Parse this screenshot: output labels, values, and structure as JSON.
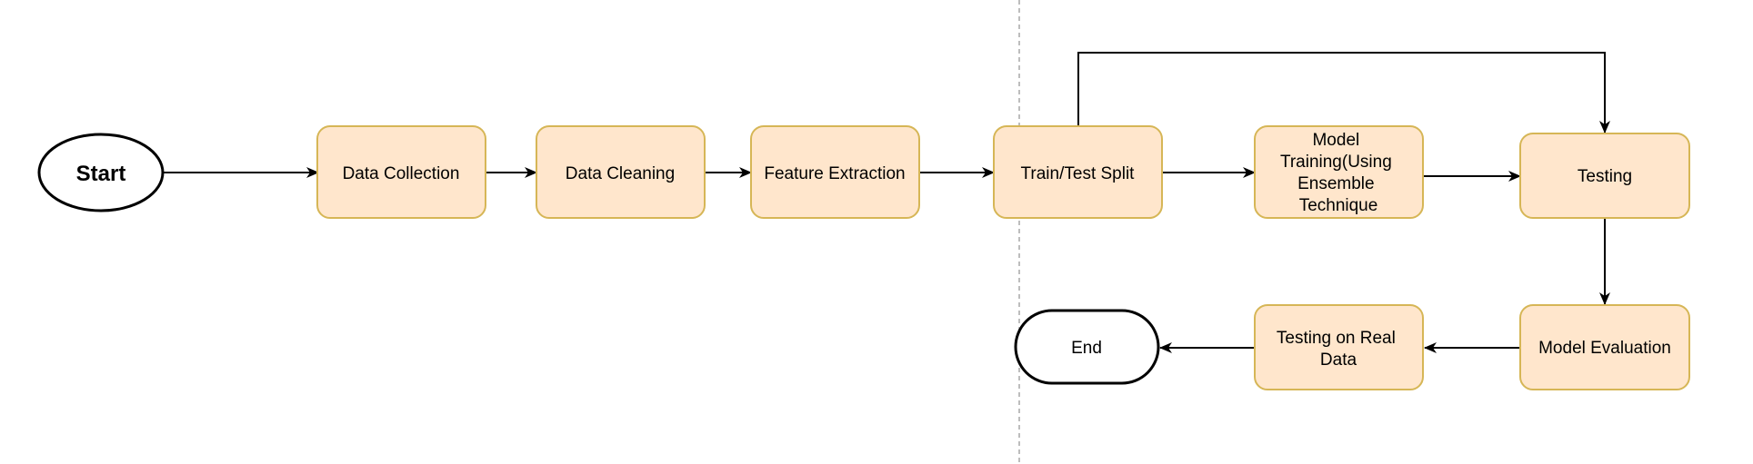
{
  "nodes": {
    "start": {
      "label": "Start"
    },
    "data_collection": {
      "label": "Data Collection"
    },
    "data_cleaning": {
      "label": "Data Cleaning"
    },
    "feature_extraction": {
      "label": "Feature Extraction"
    },
    "train_test_split": {
      "label": "Train/Test Split"
    },
    "model_training": {
      "lines": [
        "Model",
        "Training(Using",
        "Ensemble",
        "Technique"
      ]
    },
    "testing": {
      "label": "Testing"
    },
    "model_evaluation": {
      "label": "Model Evaluation"
    },
    "testing_real_data": {
      "lines": [
        "Testing on Real",
        "Data"
      ]
    },
    "end": {
      "label": "End"
    }
  },
  "colors": {
    "process_fill": "#ffe6cc",
    "process_stroke": "#d6b656",
    "terminal_stroke": "#000000",
    "divider": "#bdbdbd"
  }
}
